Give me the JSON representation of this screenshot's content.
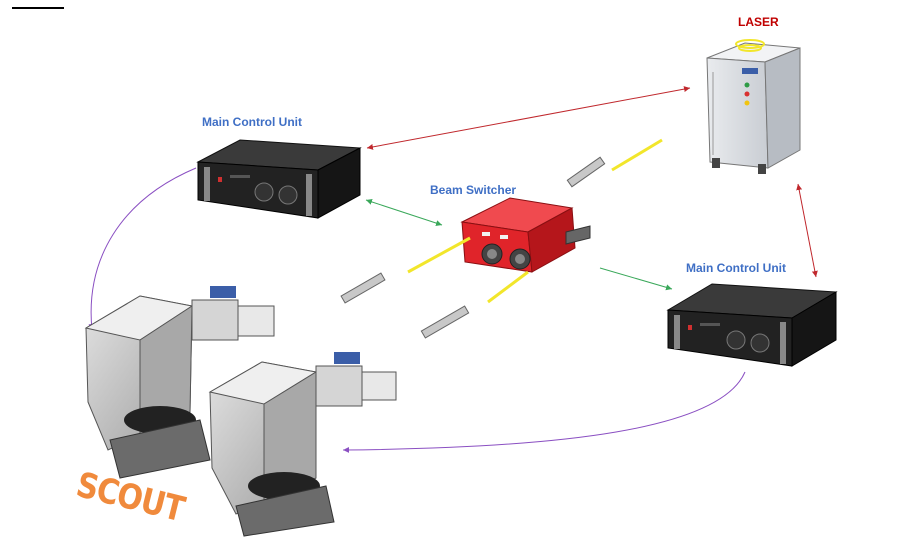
{
  "labels": {
    "laser": "LASER",
    "main_control_unit_1": "Main Control Unit",
    "main_control_unit_2": "Main Control Unit",
    "beam_switcher": "Beam Switcher",
    "scout": "SCOUT"
  },
  "colors": {
    "label_blue": "#3f6fc5",
    "laser_red": "#c00000",
    "arrow_red": "#c0282d",
    "arrow_green": "#3aa85a",
    "arrow_purple": "#8a4fc2",
    "scout_orange": "#f08a3c",
    "switcher_red": "#e0242a",
    "fiber_yellow": "#f2e62b"
  },
  "icons": {
    "laser_unit": "laser-source-icon",
    "control_unit": "rack-control-unit-icon",
    "beam_switcher": "beam-switcher-icon",
    "scan_head": "laser-scan-head-icon",
    "fiber_connector": "fiber-connector-icon"
  }
}
